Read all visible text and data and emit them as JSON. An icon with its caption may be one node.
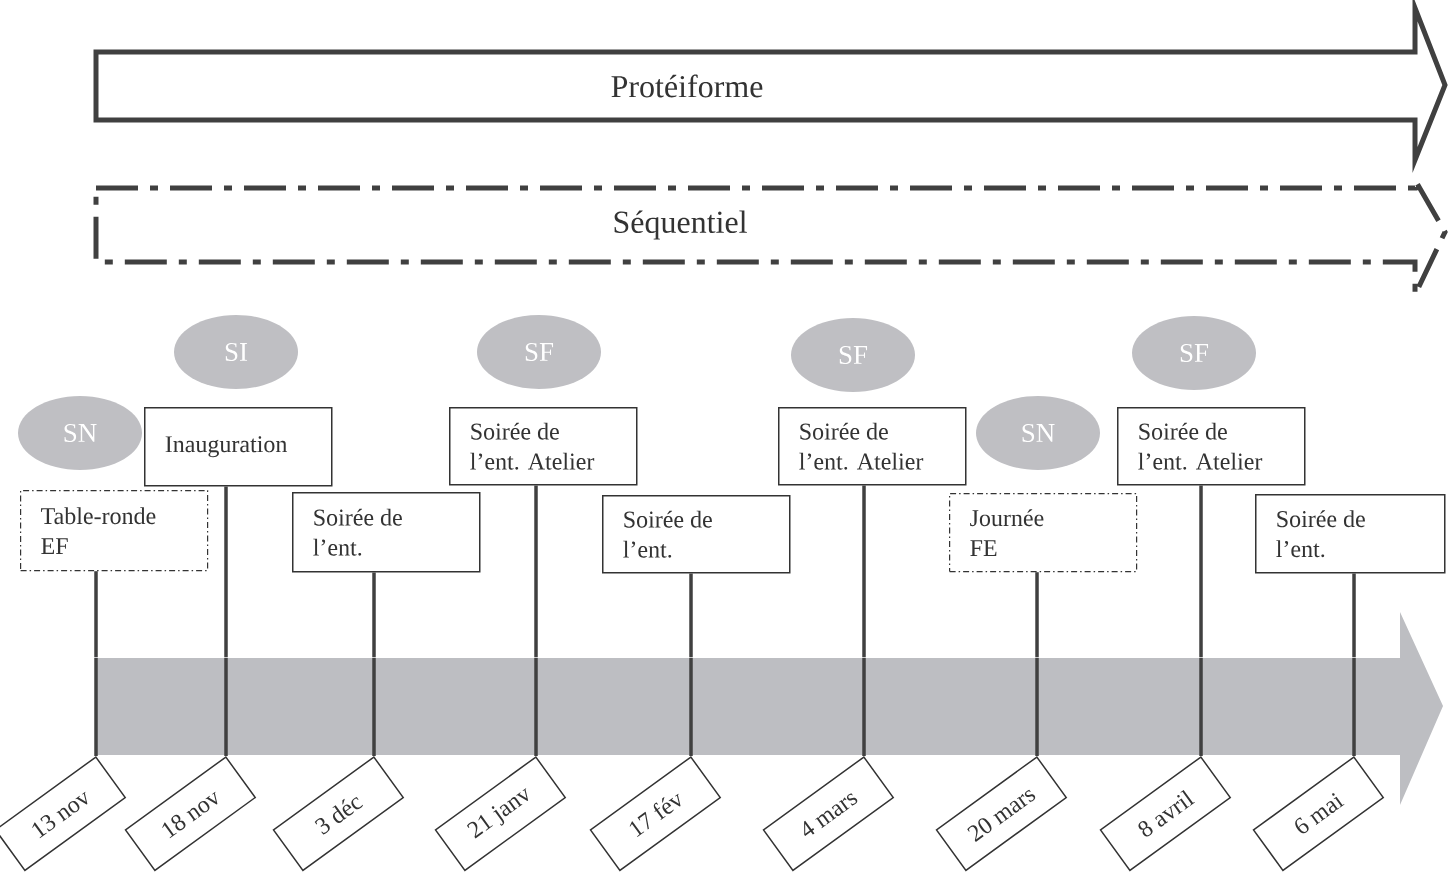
{
  "diagram": {
    "nodes": [
      {
        "text": [
          "Protéiforme"
        ]
      },
      {
        "text": [
          "Séquentiel"
        ]
      },
      {
        "text": [
          "SN"
        ]
      },
      {
        "text": [
          "SI"
        ]
      },
      {
        "text": [
          "SF"
        ]
      },
      {
        "text": [
          "SF"
        ]
      },
      {
        "text": [
          "SN"
        ]
      },
      {
        "text": [
          "SF"
        ]
      },
      {
        "text": [
          "Table-ronde EF"
        ]
      },
      {
        "text": [
          "Inauguration"
        ]
      },
      {
        "text": [
          "Soirée de l’ent."
        ]
      },
      {
        "text": [
          "Soirée de l’ent. Atelier"
        ]
      },
      {
        "text": [
          "Soirée de l’ent."
        ]
      },
      {
        "text": [
          "Soirée de l’ent. Atelier"
        ]
      },
      {
        "text": [
          "Journée FE"
        ]
      },
      {
        "text": [
          "Soirée de l’ent. Atelier"
        ]
      },
      {
        "text": [
          "Soirée de l’ent."
        ]
      },
      {
        "text": [
          "13 nov"
        ]
      },
      {
        "text": [
          "18 nov"
        ]
      },
      {
        "text": [
          "3 déc"
        ]
      },
      {
        "text": [
          "21 janv"
        ]
      },
      {
        "text": [
          "17 fév"
        ]
      },
      {
        "text": [
          "4 mars"
        ]
      },
      {
        "text": [
          "20 mars"
        ]
      },
      {
        "text": [
          "8 avril"
        ]
      },
      {
        "text": [
          "6 mai"
        ]
      },
      {
        "text": [],
        "shape": "arrow"
      }
    ],
    "edges": [
      {
        "from": 8,
        "to": 26,
        "arrow": "none"
      },
      {
        "from": 9,
        "to": 26,
        "arrow": "none"
      },
      {
        "from": 10,
        "to": 26,
        "arrow": "none"
      },
      {
        "from": 11,
        "to": 26,
        "arrow": "none"
      },
      {
        "from": 12,
        "to": 26,
        "arrow": "none"
      },
      {
        "from": 13,
        "to": 26,
        "arrow": "none"
      },
      {
        "from": 14,
        "to": 26,
        "arrow": "none"
      },
      {
        "from": 15,
        "to": 26,
        "arrow": "none"
      },
      {
        "from": 16,
        "to": 26,
        "arrow": "none"
      }
    ]
  }
}
